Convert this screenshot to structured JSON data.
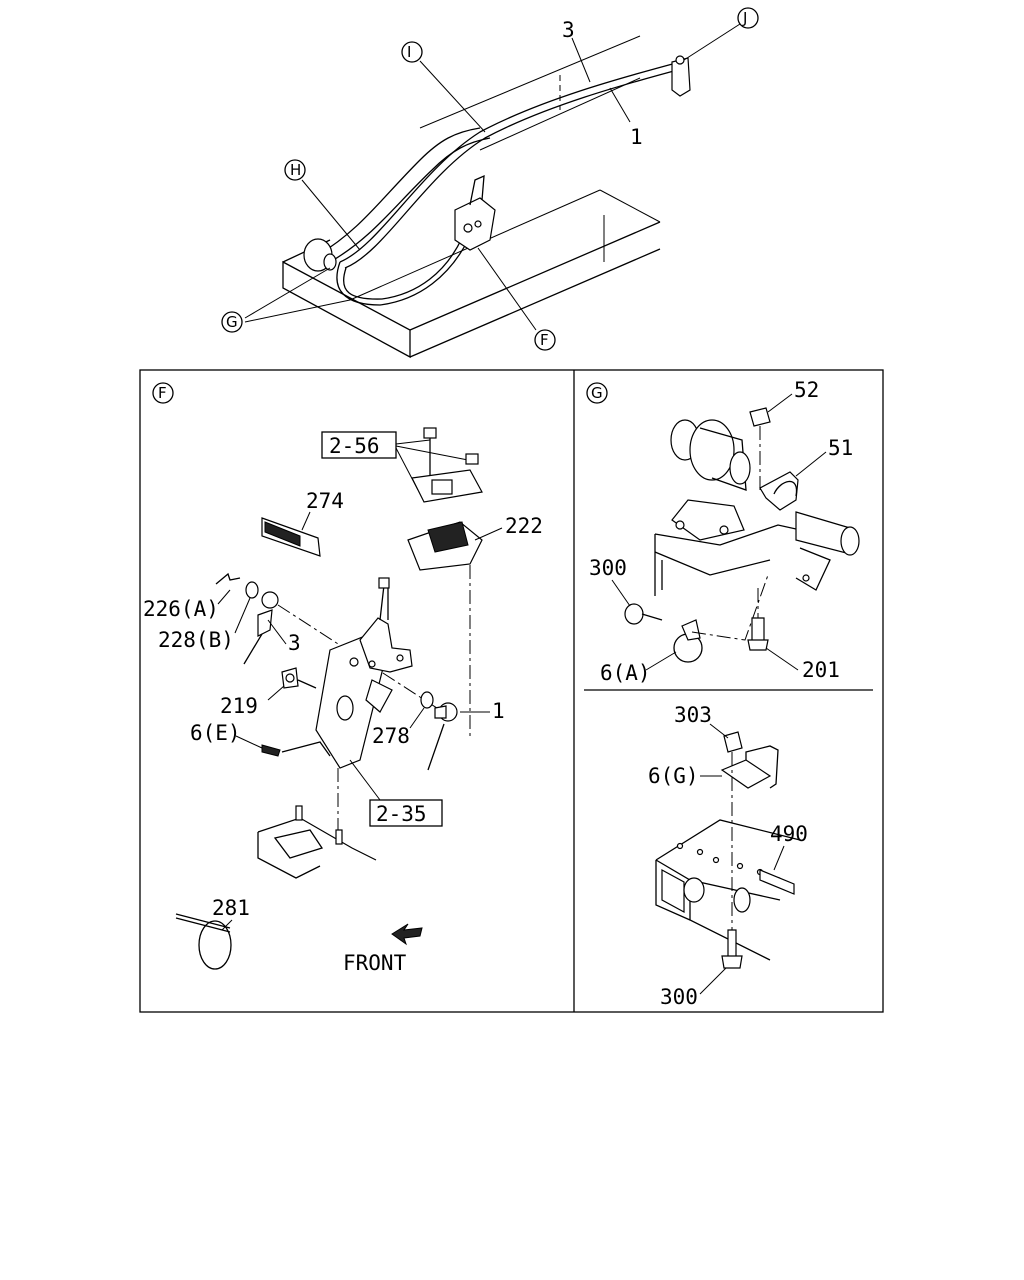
{
  "overview": {
    "callouts": {
      "I": "I",
      "J": "J",
      "H": "H",
      "G": "G",
      "F": "F"
    },
    "parts": {
      "cable_3": "3",
      "cable_1": "1"
    }
  },
  "panel_f": {
    "marker": "F",
    "labels": {
      "p256": "2-56",
      "p274": "274",
      "p222": "222",
      "p226": "226(A)",
      "p228": "228(B)",
      "p3": "3",
      "p219": "219",
      "p1": "1",
      "p6e": "6(E)",
      "p278": "278",
      "p235": "2-35",
      "p281": "281",
      "front": "FRONT"
    }
  },
  "panel_g": {
    "marker": "G",
    "labels": {
      "p52": "52",
      "p51": "51",
      "p300a": "300",
      "p6a": "6(A)",
      "p201": "201",
      "p303": "303",
      "p6g": "6(G)",
      "p490": "490",
      "p300b": "300"
    }
  }
}
